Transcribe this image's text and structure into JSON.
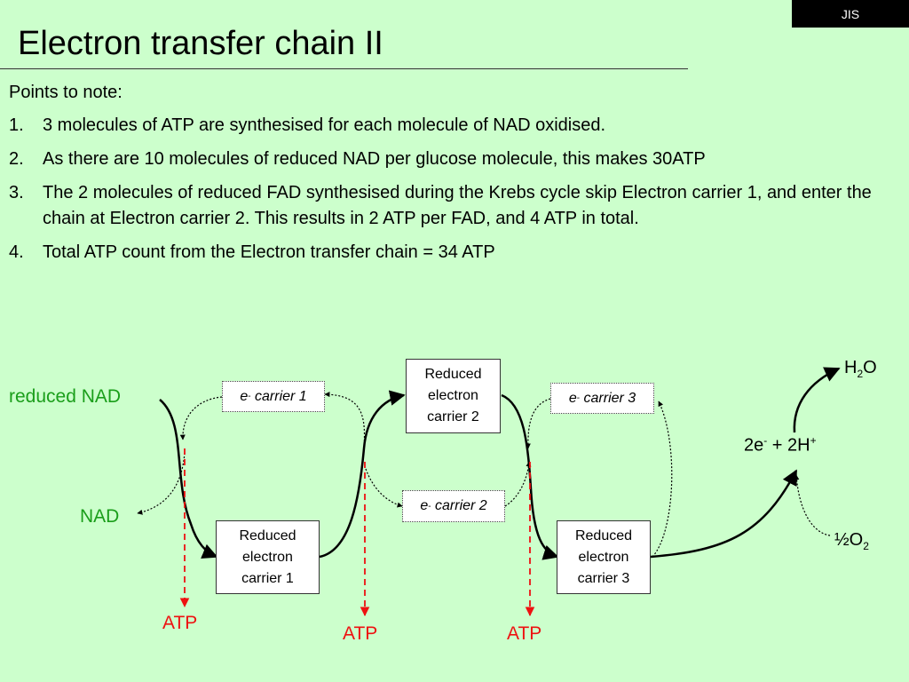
{
  "badge": "JIS",
  "title": "Electron transfer chain II",
  "notes": {
    "intro": "Points to note:",
    "items": [
      {
        "num": "1.",
        "text": "3 molecules of ATP are synthesised for each molecule of NAD oxidised."
      },
      {
        "num": "2.",
        "text": "As there are 10 molecules of reduced NAD per glucose molecule, this makes 30ATP"
      },
      {
        "num": "3.",
        "text": "The 2 molecules of reduced FAD synthesised during the Krebs cycle skip Electron carrier 1, and enter the chain at Electron carrier 2.  This results in 2 ATP per FAD, and 4 ATP in total."
      },
      {
        "num": "4.",
        "text": "Total ATP count from the Electron transfer chain = 34 ATP"
      }
    ]
  },
  "diagram": {
    "reduced_nad": "reduced NAD",
    "nad": "NAD",
    "reduced_carrier_1": [
      "Reduced",
      "electron",
      "carrier 1"
    ],
    "reduced_carrier_2": [
      "Reduced",
      "electron",
      "carrier 2"
    ],
    "reduced_carrier_3": [
      "Reduced",
      "electron",
      "carrier 3"
    ],
    "e_carrier_1": {
      "e": "e",
      "sup": "-",
      "rest": " carrier 1"
    },
    "e_carrier_2": {
      "e": "e",
      "sup": "-",
      "rest": " carrier 2"
    },
    "e_carrier_3": {
      "e": "e",
      "sup": "-",
      "rest": " carrier 3"
    },
    "atp_1": "ATP",
    "atp_2": "ATP",
    "atp_3": "ATP",
    "water": {
      "h": "H",
      "sub": "2",
      "o": "O"
    },
    "electrons": {
      "a": "2e",
      "sup1": "-",
      "b": " + 2H",
      "sup2": "+"
    },
    "oxygen": {
      "half": "½O",
      "sub": "2"
    }
  },
  "colors": {
    "background": "#ccffcc",
    "green_label": "#1a9e1a",
    "atp_red": "#ee1111",
    "arrow": "#000000"
  }
}
